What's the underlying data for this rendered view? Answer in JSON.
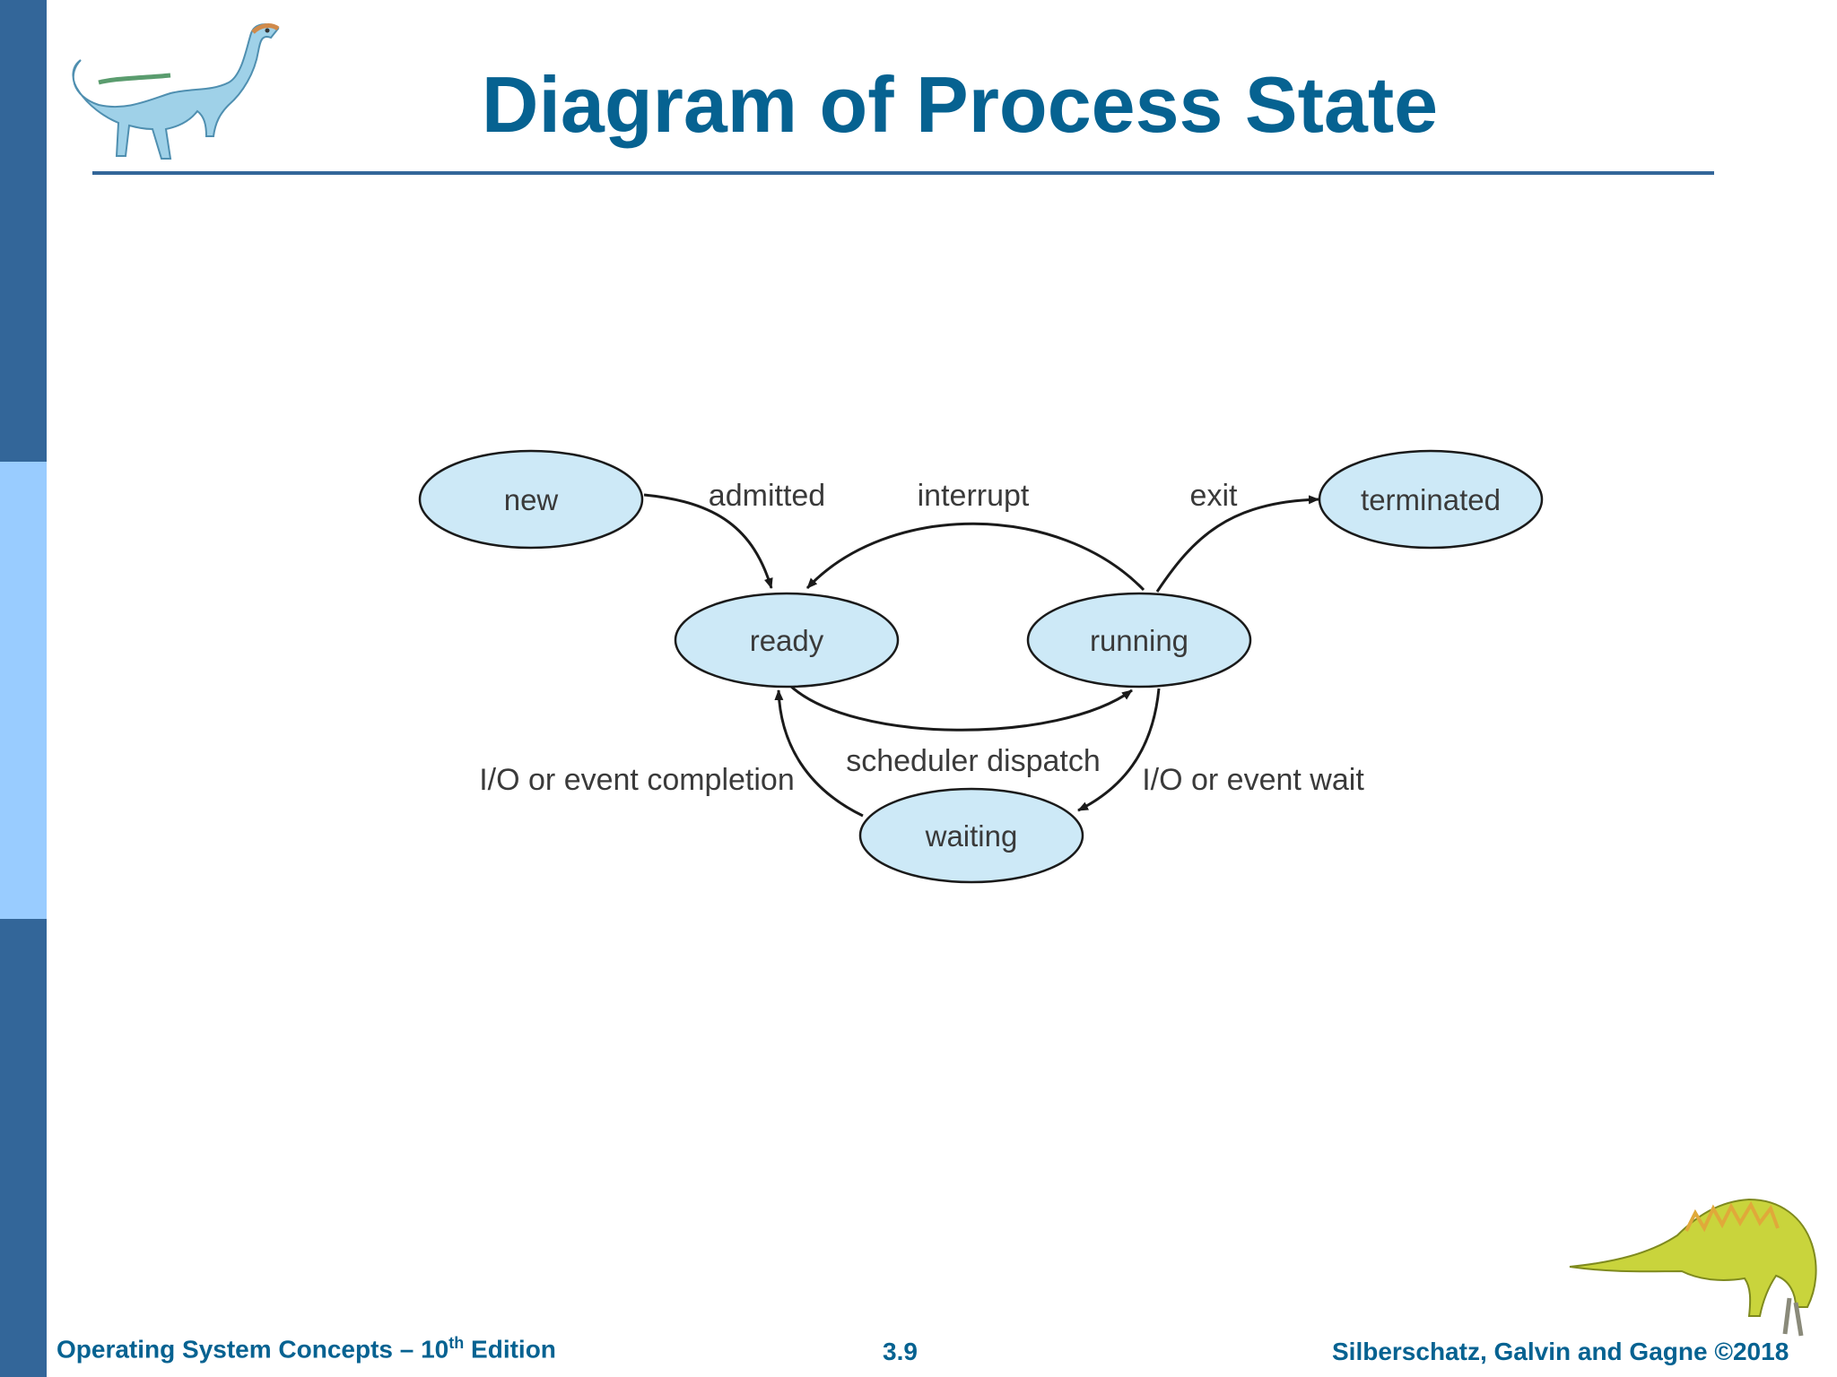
{
  "slide": {
    "title": "Diagram of Process State",
    "colors": {
      "title": "#066291",
      "sidebar_dark": "#336699",
      "sidebar_light": "#99ccff",
      "node_fill": "#cde9f7",
      "node_stroke": "#1a1a1a"
    },
    "icons": [
      "dinosaur-top-left-icon",
      "dinosaur-bottom-right-icon"
    ]
  },
  "diagram": {
    "states": {
      "new": "new",
      "ready": "ready",
      "running": "running",
      "waiting": "waiting",
      "terminated": "terminated"
    },
    "transitions": {
      "admitted": "admitted",
      "interrupt": "interrupt",
      "exit": "exit",
      "scheduler_dispatch": "scheduler dispatch",
      "io_completion": "I/O or event completion",
      "io_wait": "I/O or event wait"
    }
  },
  "footer": {
    "left_main": "Operating System Concepts – 10",
    "left_sup": "th",
    "left_tail": " Edition",
    "page": "3.9",
    "right": "Silberschatz, Galvin and Gagne ©2018"
  }
}
